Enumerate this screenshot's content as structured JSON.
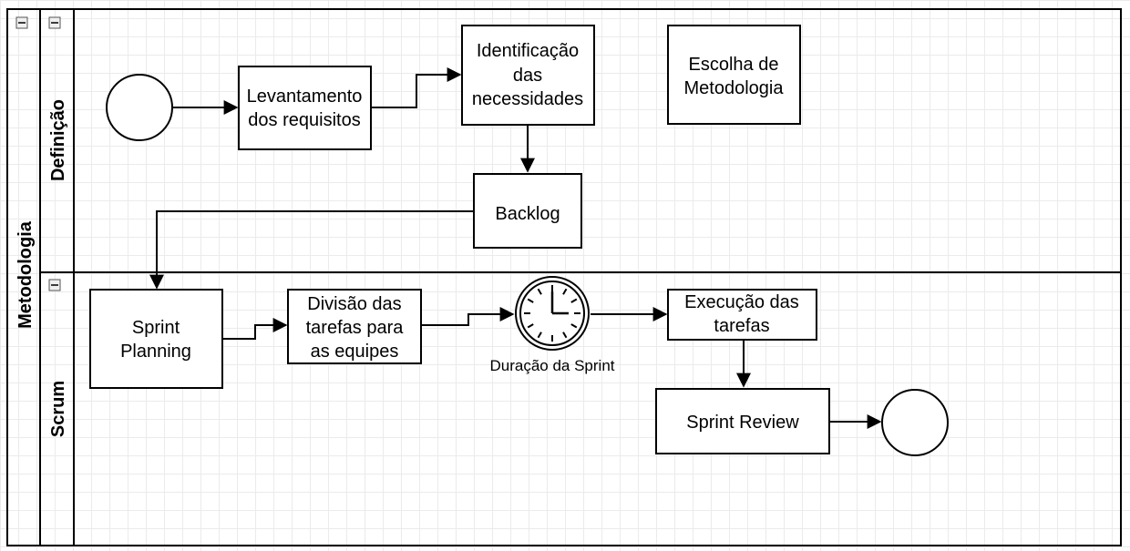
{
  "pool": {
    "title": "Metodologia"
  },
  "lanes": [
    {
      "title": "Definição"
    },
    {
      "title": "Scrum"
    }
  ],
  "nodes": {
    "levantamento": [
      "Levantamento",
      "dos requisitos"
    ],
    "identificacao": [
      "Identificação",
      "das",
      "necessidades"
    ],
    "escolha": [
      "Escolha de",
      "Metodologia"
    ],
    "backlog": [
      "Backlog"
    ],
    "sprint_planning": [
      "Sprint",
      "Planning"
    ],
    "divisao": [
      "Divisão das",
      "tarefas para",
      "as equipes"
    ],
    "timer_label": "Duração da Sprint",
    "execucao": [
      "Execução das",
      "tarefas"
    ],
    "sprint_review": [
      "Sprint Review"
    ]
  },
  "icons": {
    "collapse": "minus-box-icon",
    "timer": "clock-timer-icon",
    "start": "start-event-circle",
    "end": "end-event-circle"
  },
  "colors": {
    "stroke": "#000000",
    "fill": "#ffffff",
    "grid": "#ebebeb"
  }
}
